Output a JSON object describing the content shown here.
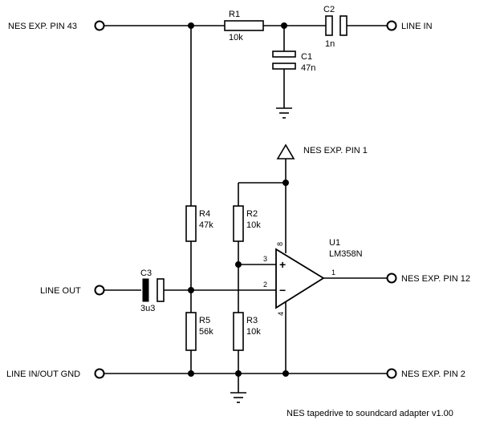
{
  "labels": {
    "pin43": "NES EXP. PIN 43",
    "line_in": "LINE IN",
    "line_out": "LINE OUT",
    "gnd": "LINE IN/OUT GND",
    "pin1": "NES EXP. PIN 1",
    "pin12": "NES EXP. PIN 12",
    "pin2": "NES EXP. PIN 2",
    "title": "NES tapedrive to soundcard adapter v1.00"
  },
  "components": {
    "r1": {
      "ref": "R1",
      "value": "10k"
    },
    "r2": {
      "ref": "R2",
      "value": "10k"
    },
    "r3": {
      "ref": "R3",
      "value": "10k"
    },
    "r4": {
      "ref": "R4",
      "value": "47k"
    },
    "r5": {
      "ref": "R5",
      "value": "56k"
    },
    "c1": {
      "ref": "C1",
      "value": "47n"
    },
    "c2": {
      "ref": "C2",
      "value": "1n"
    },
    "c3": {
      "ref": "C3",
      "value": "3u3"
    },
    "u1": {
      "ref": "U1",
      "value": "LM358N"
    }
  },
  "pins": {
    "p8": "8",
    "p3": "3",
    "p2": "2",
    "p1": "1",
    "p4": "4",
    "plus": "+",
    "minus": "−"
  }
}
